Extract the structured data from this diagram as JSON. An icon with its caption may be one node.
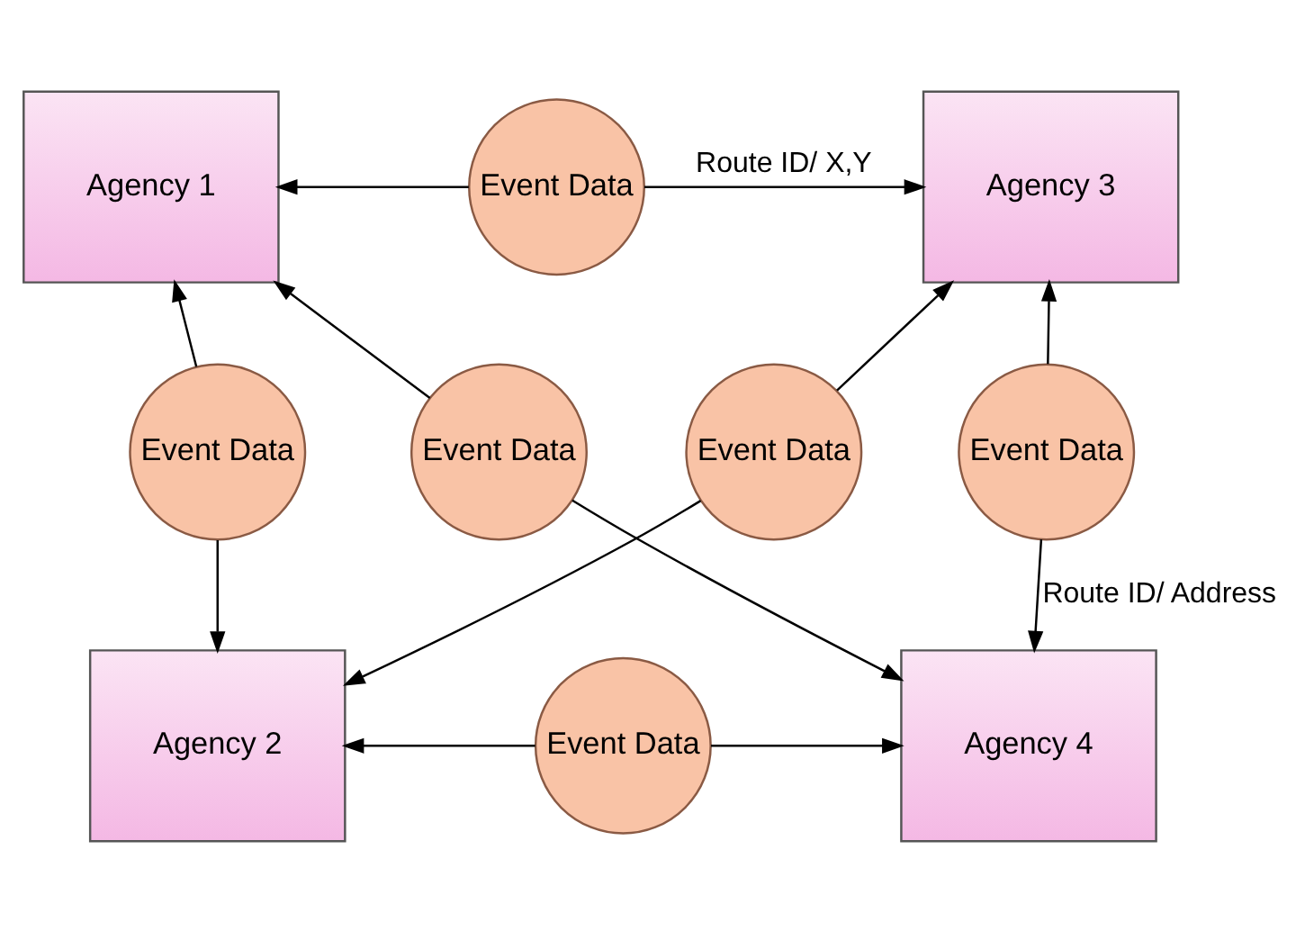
{
  "diagram": {
    "nodes": [
      {
        "text": [
          "Agency 1"
        ]
      },
      {
        "text": [
          "Event Data"
        ]
      },
      {
        "text": [
          "Agency 3"
        ]
      },
      {
        "text": [
          "Event Data"
        ]
      },
      {
        "text": [
          "Event Data"
        ]
      },
      {
        "text": [
          "Event Data"
        ]
      },
      {
        "text": [
          "Event Data"
        ]
      },
      {
        "text": [
          "Agency 2"
        ]
      },
      {
        "text": [
          "Event Data"
        ]
      },
      {
        "text": [
          "Agency 4"
        ]
      }
    ],
    "edges": [
      {
        "from": 1,
        "to": 0,
        "arrow": "to"
      },
      {
        "from": 1,
        "to": 2,
        "arrow": "to",
        "label": "Route ID/ X,Y"
      },
      {
        "from": 3,
        "to": 0,
        "arrow": "to"
      },
      {
        "from": 3,
        "to": 9,
        "arrow": "to"
      },
      {
        "from": 4,
        "to": 2,
        "arrow": "to"
      },
      {
        "from": 4,
        "to": 7,
        "arrow": "to"
      },
      {
        "from": 5,
        "to": 0,
        "arrow": "to"
      },
      {
        "from": 5,
        "to": 7,
        "arrow": "to"
      },
      {
        "from": 6,
        "to": 2,
        "arrow": "to"
      },
      {
        "from": 6,
        "to": 9,
        "arrow": "to",
        "label": "Route ID/ Address"
      },
      {
        "from": 8,
        "to": 7,
        "arrow": "to"
      },
      {
        "from": 8,
        "to": 9,
        "arrow": "to"
      }
    ]
  }
}
